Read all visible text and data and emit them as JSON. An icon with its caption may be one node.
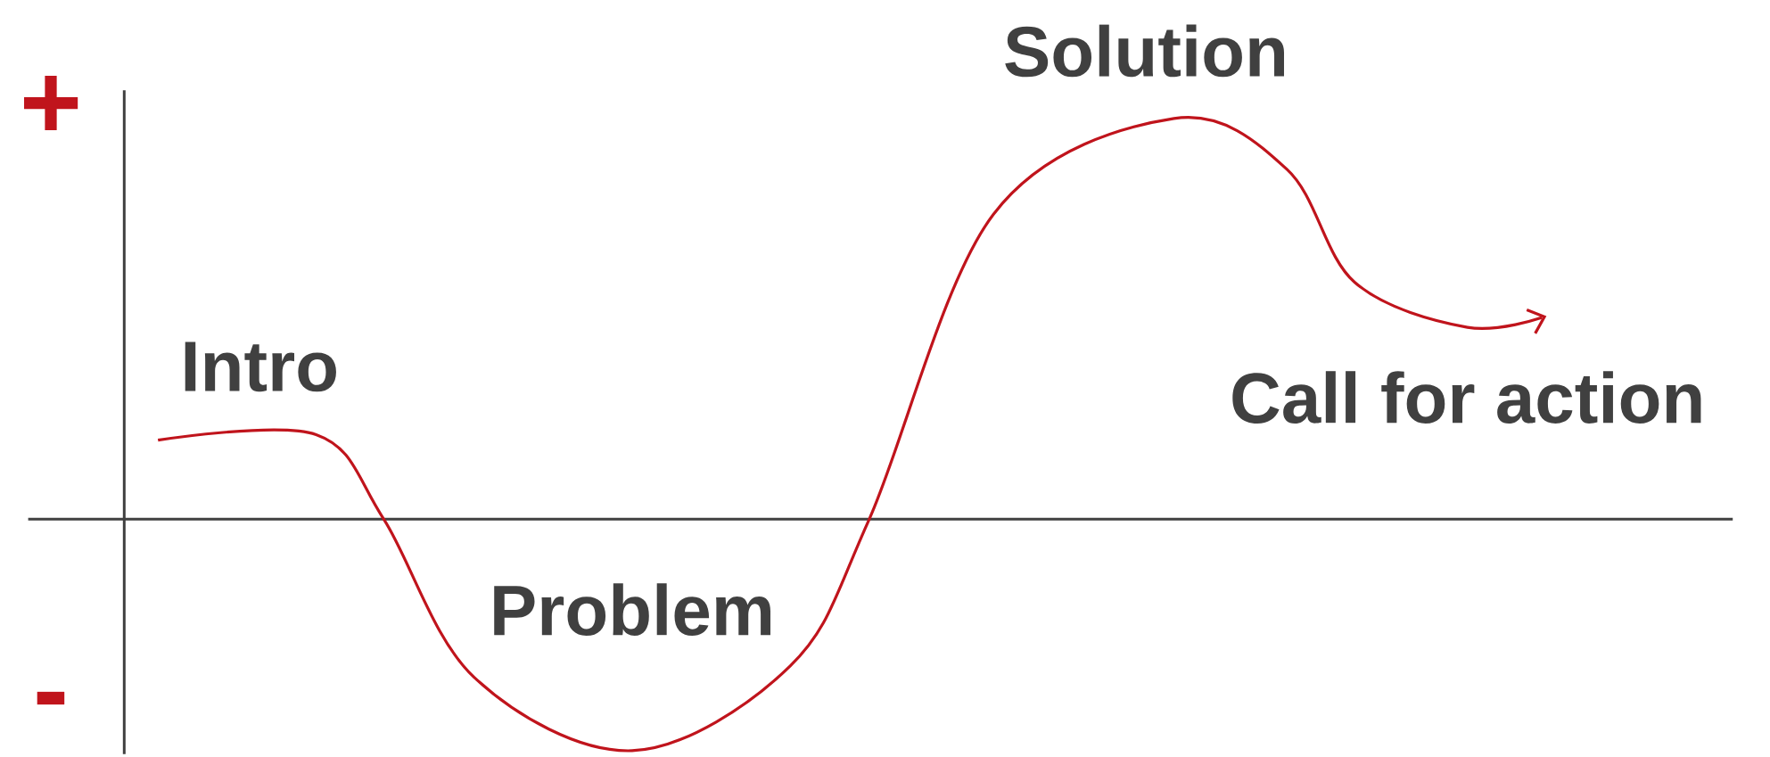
{
  "diagram": {
    "labels": [
      "+",
      "Solution",
      "Intro",
      "Call for action",
      "Problem",
      "-"
    ]
  }
}
